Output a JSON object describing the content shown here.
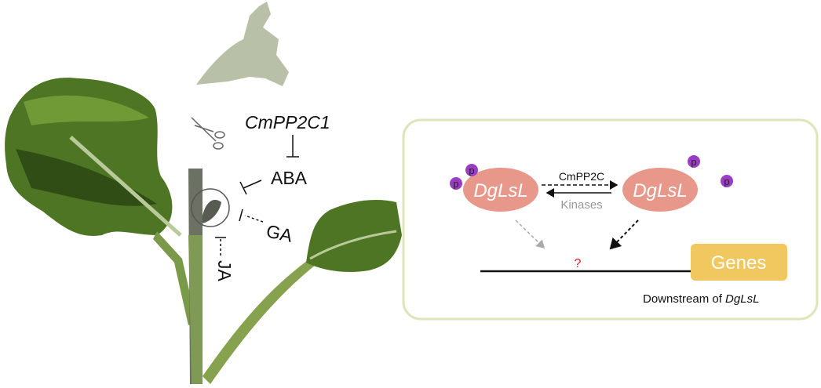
{
  "plant": {
    "regulator": "CmPP2C1",
    "hormones": {
      "aba": "ABA",
      "ga": "GA",
      "ja": "JA"
    }
  },
  "panel": {
    "protein_left": "DgLsL",
    "protein_right": "DgLsL",
    "phosphatase": "CmPP2C",
    "kinases": "Kinases",
    "phospho_label": "p",
    "unknown": "?",
    "genes": "Genes",
    "downstream_prefix": "Downstream of",
    "downstream_gene": "DgLsL"
  },
  "colors": {
    "leaf_dark": "#3f5f1c",
    "leaf_mid": "#5e8a2a",
    "stem": "#6b7263",
    "protein": "#e8988a",
    "phospho": "#9a3dc4",
    "genes": "#f1c75f",
    "box_border": "#dde6b8",
    "question": "#e02020"
  }
}
